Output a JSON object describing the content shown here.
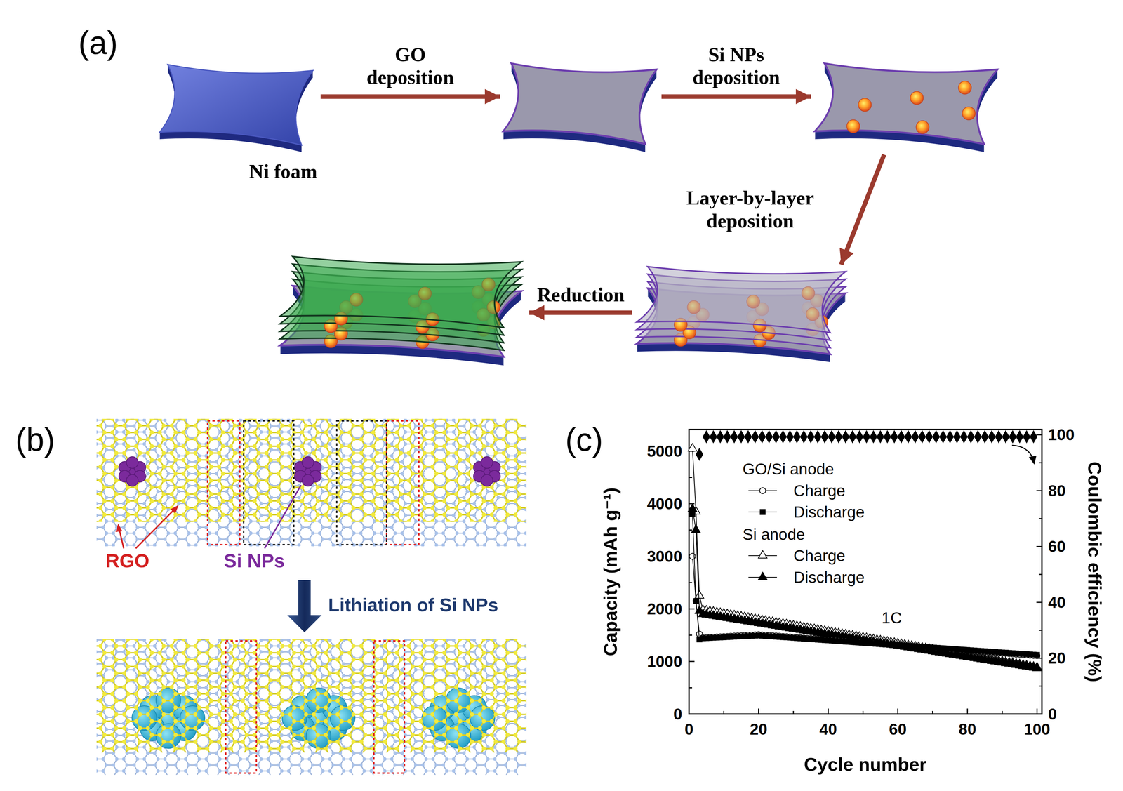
{
  "diagram": {
    "nodes": [
      {
        "text": [
          "Ni foam"
        ]
      },
      {
        "text": []
      },
      {
        "text": []
      },
      {
        "text": []
      },
      {
        "text": []
      }
    ],
    "edges": [
      {
        "from": 0,
        "to": 1,
        "arrow": "to",
        "label": "GO deposition"
      },
      {
        "from": 1,
        "to": 2,
        "arrow": "to",
        "label": "Si NPs deposition"
      },
      {
        "from": 2,
        "to": 3,
        "arrow": "to",
        "label": "Layer-by-layer deposition"
      },
      {
        "from": 3,
        "to": 4,
        "arrow": "to",
        "label": "Reduction"
      }
    ],
    "labels": [
      "(a)",
      "(b)",
      "(c)",
      "RGO",
      "Si NPs",
      "Lithiation of Si NPs",
      "0",
      "1000",
      "2000",
      "3000",
      "4000",
      "5000",
      "0",
      "20",
      "40",
      "60",
      "80",
      "100",
      "0",
      "20",
      "40",
      "60",
      "80",
      "100",
      "Capacity (mAh g⁻¹)",
      "Coulombic efficiency (%)",
      "Cycle number",
      "GO/Si anode",
      "Si anode",
      "1C"
    ],
    "legend": [
      {
        "text": "Charge"
      },
      {
        "text": "Discharge"
      },
      {
        "text": "Charge"
      },
      {
        "text": "Discharge"
      }
    ]
  }
}
